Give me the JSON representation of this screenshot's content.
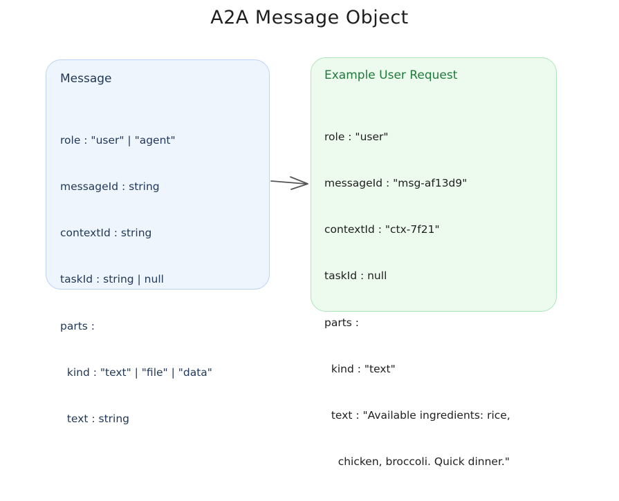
{
  "title": "A2A Message Object",
  "schema_box": {
    "title": "Message",
    "lines": [
      "role : \"user\" | \"agent\"",
      "messageId : string",
      "contextId : string",
      "taskId : string | null",
      "parts :",
      "  kind : \"text\" | \"file\" | \"data\"",
      "  text : string"
    ]
  },
  "example_box": {
    "title": "Example User Request",
    "lines": [
      "role : \"user\"",
      "messageId : \"msg-af13d9\"",
      "contextId : \"ctx-7f21\"",
      "taskId : null",
      "parts :",
      "  kind : \"text\"",
      "  text : \"Available ingredients: rice,",
      "    chicken, broccoli. Quick dinner.\""
    ]
  },
  "colors": {
    "schema_fill": "#eff5fd",
    "schema_stroke": "#b9d3f3",
    "example_fill": "#edfbef",
    "example_stroke": "#ace3b8",
    "example_title": "#1d7a3a",
    "arrow": "#555555"
  }
}
